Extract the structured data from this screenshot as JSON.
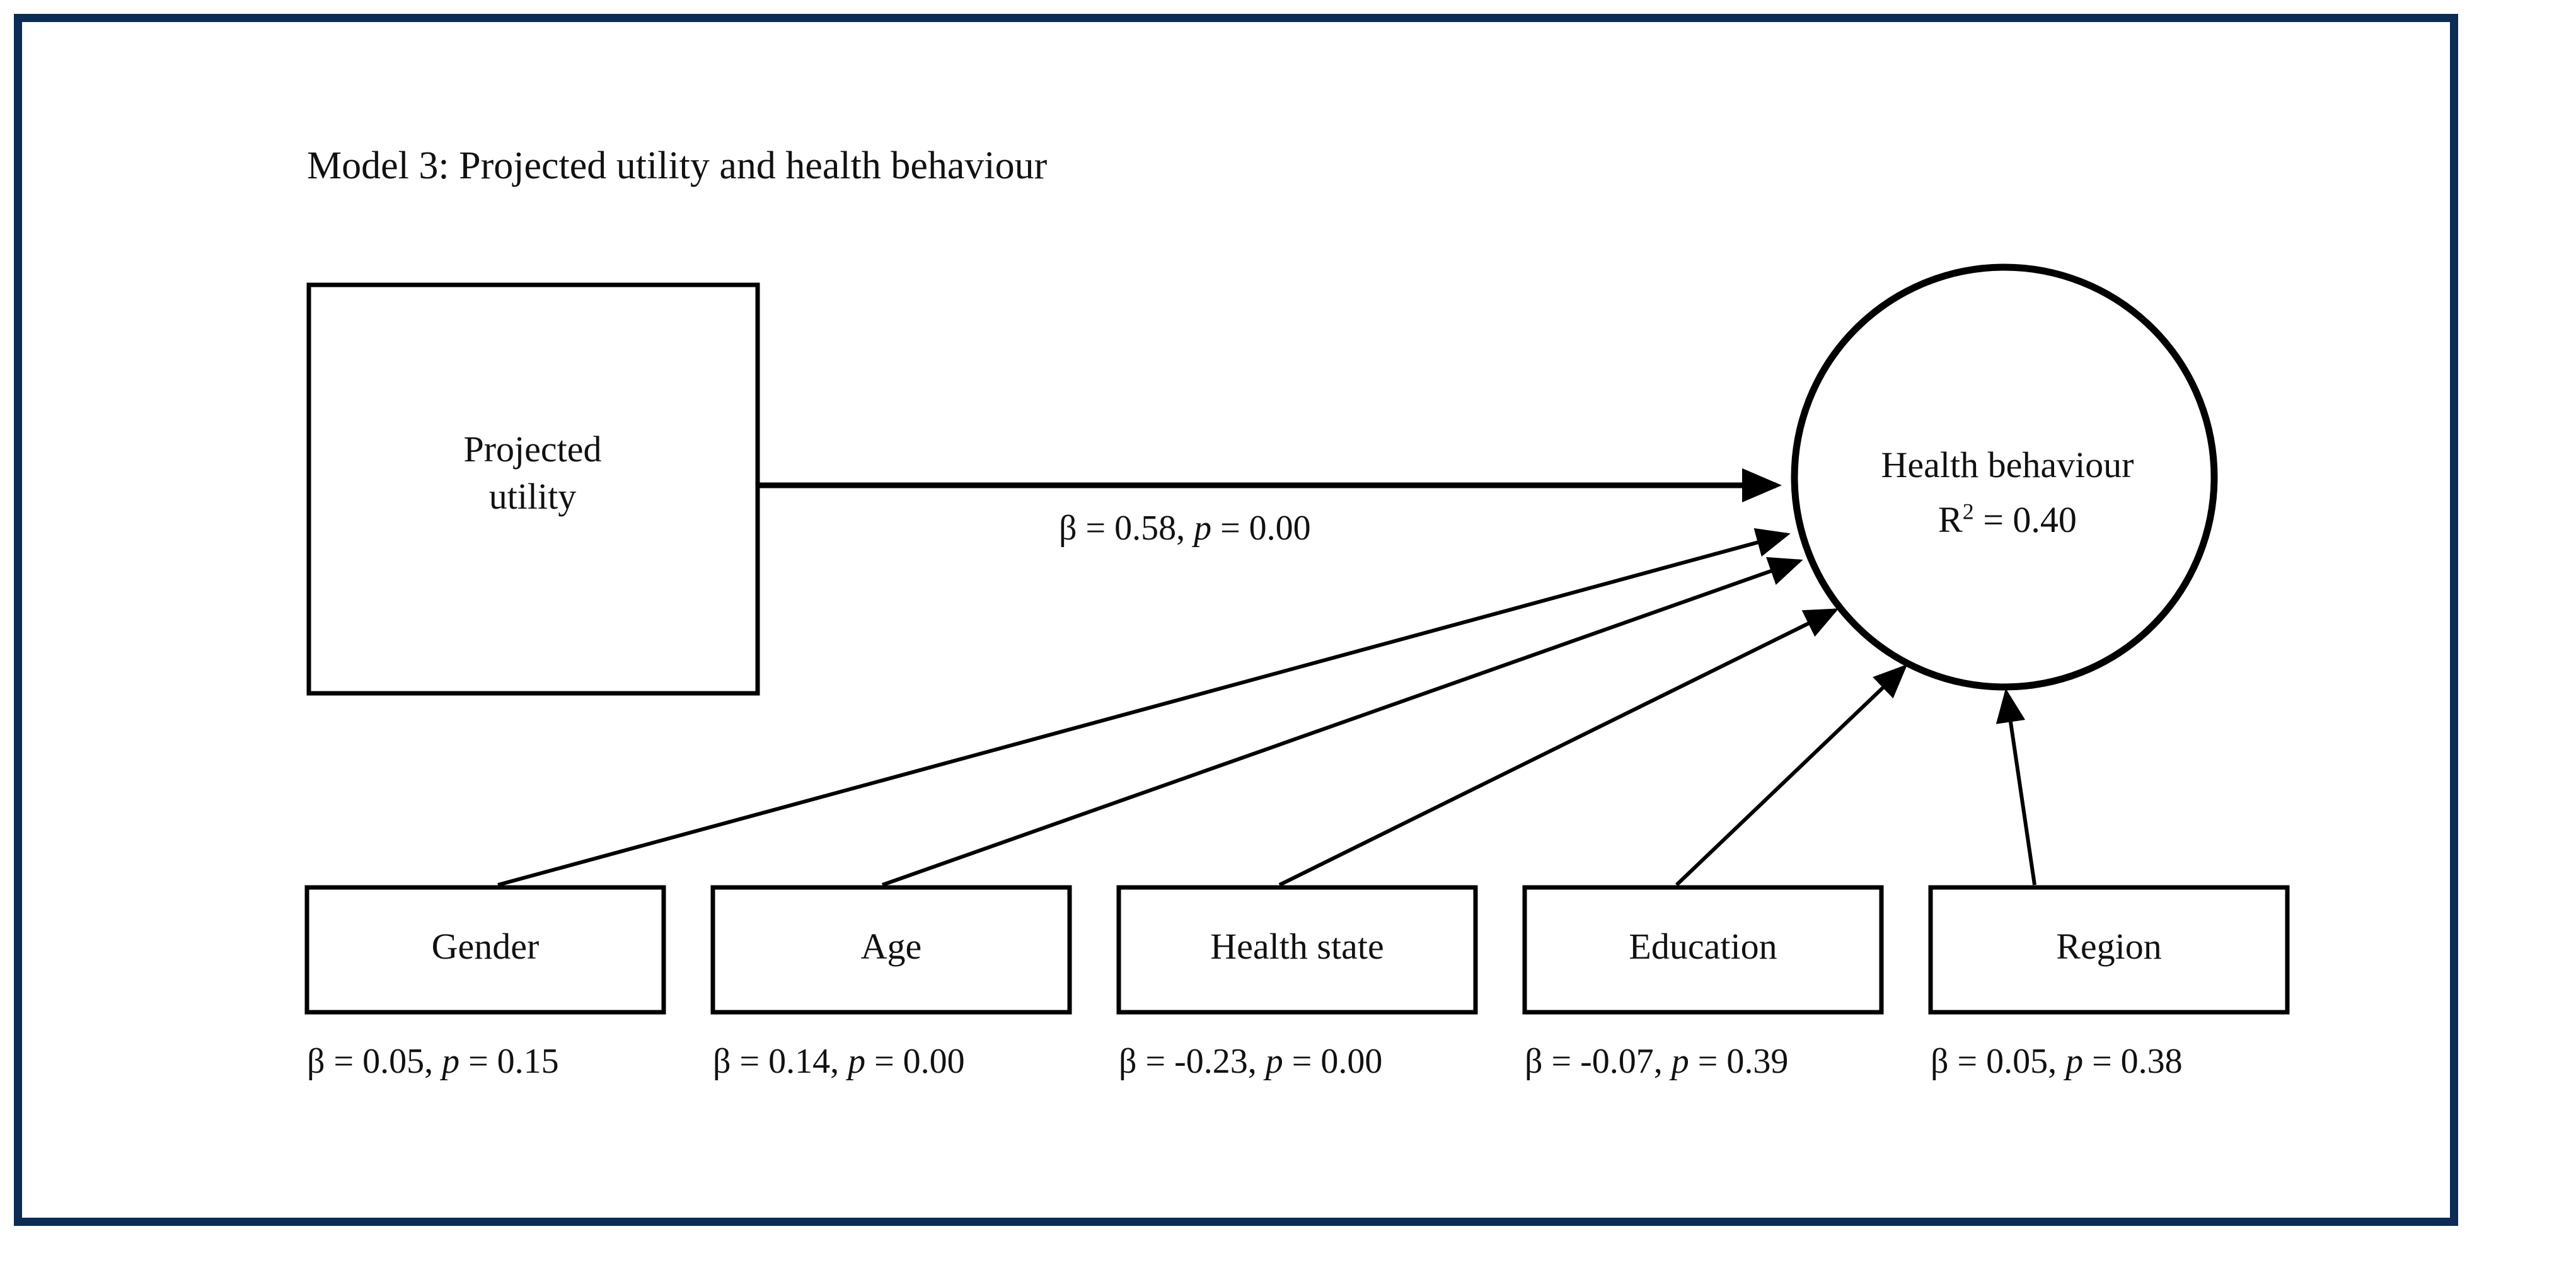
{
  "figure": {
    "title": "Model 3: Projected utility and health behaviour",
    "frame_color": "#0a2c55",
    "ink_color": "#000000"
  },
  "chart_data": {
    "type": "diagram",
    "diagram_kind": "structural-equation-model-path-diagram",
    "title": "Model 3: Projected utility and health behaviour",
    "nodes": [
      {
        "id": "projected_utility",
        "label": "Projected utility",
        "label_line1": "Projected",
        "label_line2": "utility",
        "shape": "rectangle",
        "role": "predictor"
      },
      {
        "id": "health_behaviour",
        "label": "Health behaviour",
        "shape": "circle",
        "role": "outcome",
        "r_squared": 0.4,
        "r_squared_text": "R2 = 0.40"
      },
      {
        "id": "gender",
        "label": "Gender",
        "shape": "rectangle",
        "role": "covariate"
      },
      {
        "id": "age",
        "label": "Age",
        "shape": "rectangle",
        "role": "covariate"
      },
      {
        "id": "health_state",
        "label": "Health state",
        "shape": "rectangle",
        "role": "covariate"
      },
      {
        "id": "education",
        "label": "Education",
        "shape": "rectangle",
        "role": "covariate"
      },
      {
        "id": "region",
        "label": "Region",
        "shape": "rectangle",
        "role": "covariate"
      }
    ],
    "edges": [
      {
        "from": "projected_utility",
        "to": "health_behaviour",
        "beta": 0.58,
        "p": 0.0,
        "label": "β = 0.58, p = 0.00",
        "beta_text": "β = 0.58,",
        "p_text": "= 0.00"
      },
      {
        "from": "gender",
        "to": "health_behaviour",
        "beta": 0.05,
        "p": 0.15,
        "label": "β = 0.05, p = 0.15",
        "beta_text": "β = 0.05,",
        "p_text": "= 0.15"
      },
      {
        "from": "age",
        "to": "health_behaviour",
        "beta": 0.14,
        "p": 0.0,
        "label": "β = 0.14, p = 0.00",
        "beta_text": "β = 0.14,",
        "p_text": "= 0.00"
      },
      {
        "from": "health_state",
        "to": "health_behaviour",
        "beta": -0.23,
        "p": 0.0,
        "label": "β = -0.23, p = 0.00",
        "beta_text": "β = -0.23,",
        "p_text": "= 0.00"
      },
      {
        "from": "education",
        "to": "health_behaviour",
        "beta": -0.07,
        "p": 0.39,
        "label": "β = -0.07, p = 0.39",
        "beta_text": "β = -0.07,",
        "p_text": "= 0.39"
      },
      {
        "from": "region",
        "to": "health_behaviour",
        "beta": 0.05,
        "p": 0.38,
        "label": "β = 0.05, p = 0.38",
        "beta_text": "β = 0.05,",
        "p_text": "= 0.38"
      }
    ],
    "notation": {
      "beta_symbol": "β",
      "p_symbol": "p",
      "r2_symbol": "R",
      "r2_exponent": "2",
      "r2_value": "= 0.40"
    }
  }
}
